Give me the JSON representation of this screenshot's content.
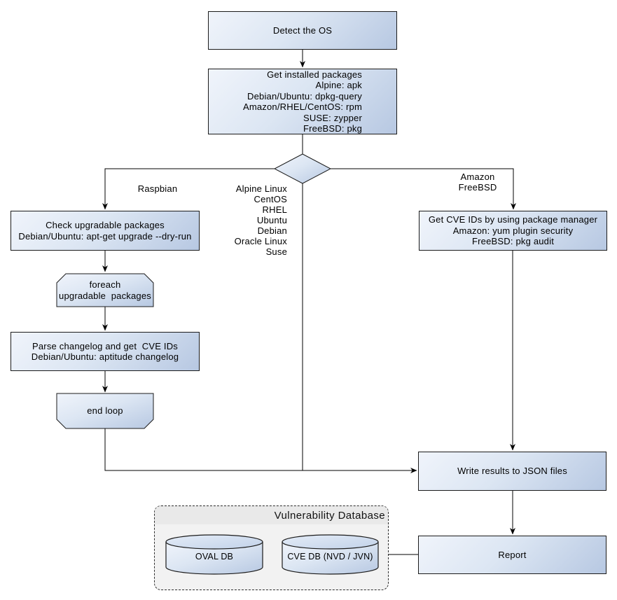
{
  "diagram": {
    "type": "flowchart",
    "background": "#ffffff",
    "colors": {
      "node_fill_light": "#f0f4fb",
      "node_fill_dark": "#b7c8e2",
      "node_border": "#1b1b1b",
      "connector": "#000000",
      "group_fill": "#f2f2f2",
      "group_header_fill": "#e9e9e9",
      "cylinder_top_fill_light": "#e4ecf7",
      "cylinder_top_fill_dark": "#c2d2e9"
    }
  },
  "nodes": {
    "detect_os": {
      "label": "Detect the OS"
    },
    "get_packages": {
      "label": "Get installed packages\nAlpine: apk\nDebian/Ubuntu: dpkg-query\nAmazon/RHEL/CentOS: rpm\nSUSE: zypper\nFreeBSD: pkg"
    },
    "check_upgradable": {
      "label": "Check upgradable packages\nDebian/Ubuntu: apt-get upgrade --dry-run"
    },
    "foreach_loop": {
      "label": "foreach\nupgradable  packages"
    },
    "parse_changelog": {
      "label": "Parse changelog and get  CVE IDs\nDebian/Ubuntu: aptitude changelog"
    },
    "end_loop": {
      "label": "end loop"
    },
    "get_cve_ids": {
      "label": "Get CVE IDs by using package manager\nAmazon: yum plugin security\nFreeBSD: pkg audit"
    },
    "write_results": {
      "label": "Write results to JSON files"
    },
    "report": {
      "label": "Report"
    }
  },
  "edge_labels": {
    "raspbian": "Raspbian",
    "os_list": "Alpine Linux\nCentOS\nRHEL\nUbuntu\nDebian\nOracle Linux\nSuse",
    "amazon_freebsd": "Amazon\nFreeBSD"
  },
  "group": {
    "title": "Vulnerability Database"
  },
  "cylinders": {
    "oval_db": {
      "label": "OVAL DB"
    },
    "cve_db": {
      "label": "CVE DB (NVD / JVN)"
    }
  }
}
